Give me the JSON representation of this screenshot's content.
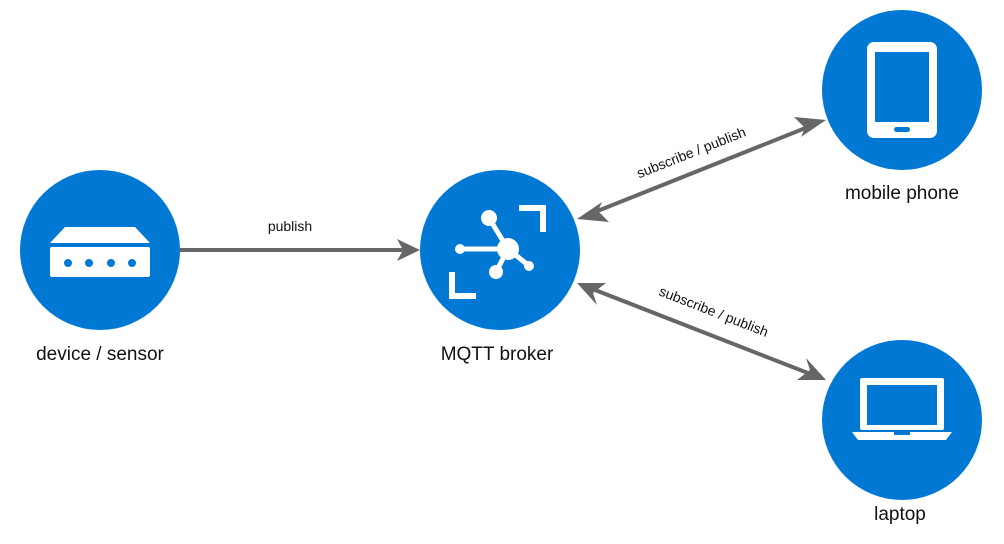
{
  "diagram": {
    "node_color": "#0078d4",
    "edge_color": "#666666",
    "nodes": {
      "device": {
        "label": "device / sensor",
        "icon": "router-icon"
      },
      "broker": {
        "label": "MQTT broker",
        "icon": "hub-icon"
      },
      "phone": {
        "label": "mobile phone",
        "icon": "smartphone-icon"
      },
      "laptop": {
        "label": "laptop",
        "icon": "laptop-icon"
      }
    },
    "edges": {
      "device_broker": {
        "label": "publish",
        "direction": "one-way"
      },
      "broker_phone": {
        "label": "subscribe / publish",
        "direction": "two-way"
      },
      "broker_laptop": {
        "label": "subscribe / publish",
        "direction": "two-way"
      }
    }
  }
}
